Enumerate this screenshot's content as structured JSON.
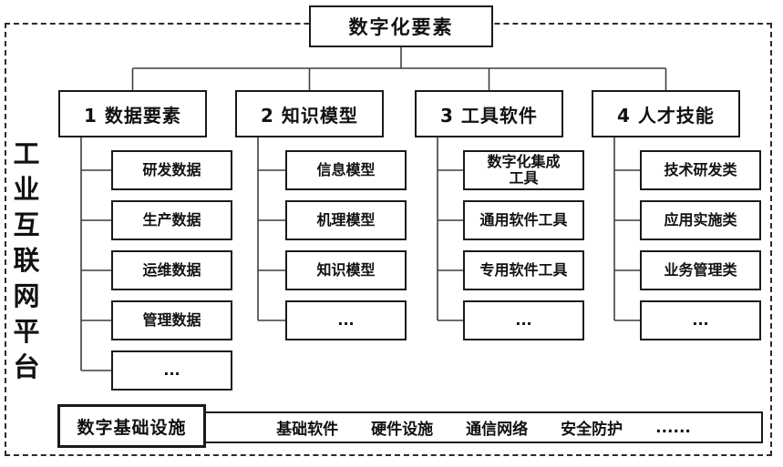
{
  "root": {
    "label": "数字化要素"
  },
  "platform": {
    "label": "工业互联网平台"
  },
  "columns": [
    {
      "header": "1 数据要素",
      "children": [
        "研发数据",
        "生产数据",
        "运维数据",
        "管理数据",
        "..."
      ]
    },
    {
      "header": "2 知识模型",
      "children": [
        "信息模型",
        "机理模型",
        "知识模型",
        "..."
      ]
    },
    {
      "header": "3 工具软件",
      "children": [
        "数字化集成\n工具",
        "通用软件工具",
        "专用软件工具",
        "..."
      ]
    },
    {
      "header": "4 人才技能",
      "children": [
        "技术研发类",
        "应用实施类",
        "业务管理类",
        "..."
      ]
    }
  ],
  "infrastructure": {
    "label": "数字基础设施",
    "items": [
      "基础软件",
      "硬件设施",
      "通信网络",
      "安全防护",
      "......"
    ]
  },
  "colors": {
    "line": "#3f3f3f",
    "border": "#1a1a1a",
    "text": "#111111",
    "background": "#ffffff"
  }
}
